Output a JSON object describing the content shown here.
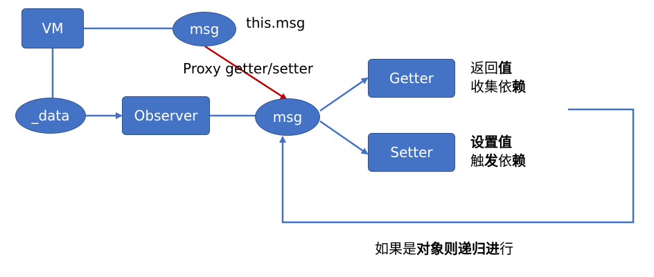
{
  "nodes": {
    "vm": "VM",
    "msg_top": "msg",
    "data": "_data",
    "observer": "Observer",
    "msg_center": "msg",
    "getter": "Getter",
    "setter": "Setter"
  },
  "labels": {
    "this_msg": "this.msg",
    "proxy": "Proxy getter/setter"
  },
  "getter_note": {
    "line1_a": "返回",
    "line1_b": "值",
    "line2_a": "收集依",
    "line2_b": "赖"
  },
  "setter_note": {
    "line1_a": "设置",
    "line1_b": "值",
    "line2_a": "触",
    "line2_b": "发",
    "line2_c": "依",
    "line2_d": "赖"
  },
  "recursion_note": {
    "p1": "如果是",
    "p2": "对象",
    "p3": "则递归进",
    "p4": "行"
  },
  "colors": {
    "node_fill": "#4472C4",
    "node_border": "#2F528F",
    "proxy_arrow": "#C00000"
  }
}
